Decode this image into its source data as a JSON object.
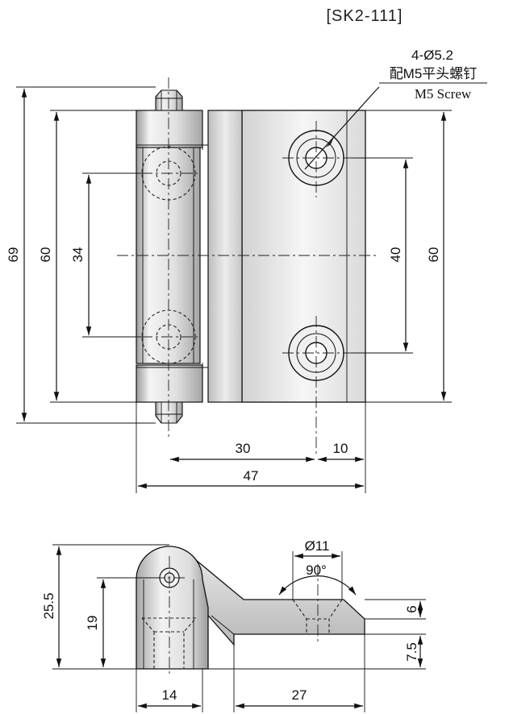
{
  "title": "[SK2-111]",
  "callout": {
    "spec": "4-Ø5.2",
    "note_cn": "配M5平头螺钉",
    "note_en": "M5 Screw"
  },
  "dims": {
    "overall_height": "69",
    "leaf_height_left": "60",
    "pin_spacing": "34",
    "hole_spacing": "40",
    "leaf_height_right": "60",
    "hole_to_knuckle": "30",
    "hole_to_edge": "10",
    "overall_width": "47",
    "side_height": "25.5",
    "pivot_height": "19",
    "knuckle_width": "14",
    "leaf_length": "27",
    "countersink_dia": "Ø11",
    "countersink_angle": "90°",
    "leaf_top": "6",
    "leaf_bottom": "7.5"
  },
  "colors": {
    "metal_light": "#f2f2f2",
    "metal_mid": "#d9d9d9",
    "metal_dark": "#8f8f8f",
    "line": "#111111"
  }
}
